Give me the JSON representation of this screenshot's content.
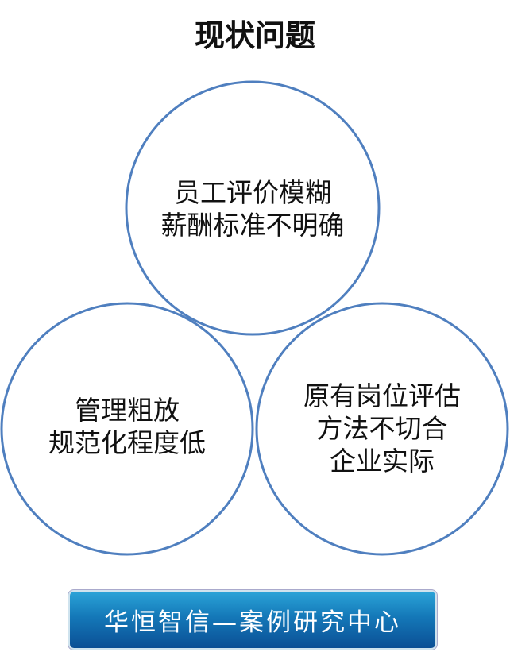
{
  "title": "现状问题",
  "circles": [
    {
      "lines": [
        "员工评价模糊",
        "薪酬标准不明确"
      ]
    },
    {
      "lines": [
        "管理粗放",
        "规范化程度低"
      ]
    },
    {
      "lines": [
        "原有岗位评估",
        "方法不切合",
        "企业实际"
      ]
    }
  ],
  "banner": "华恒智信—案例研究中心",
  "colors": {
    "circle_stroke": "#4f7fbf"
  }
}
